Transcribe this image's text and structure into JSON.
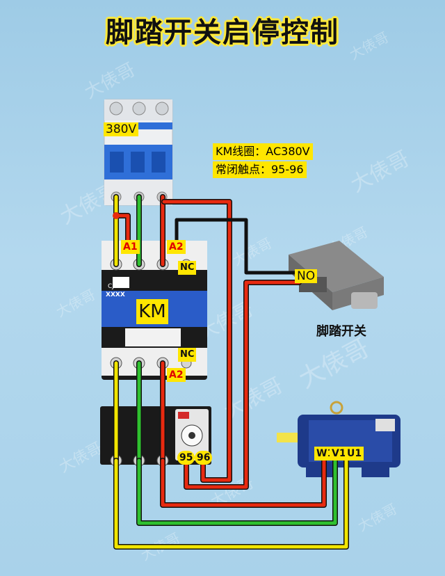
{
  "title": "脚踏开关启停控制",
  "labels": {
    "breaker_voltage": "380V",
    "coil": "KM线圈：AC380V",
    "nc_contact": "常闭触点：95-96",
    "contactor": "KM",
    "contactor_model": "CJX2",
    "contactor_sub": "XXXX",
    "a1": "A1",
    "a2_top": "A2",
    "a2_bottom": "A2",
    "nc_top": "NC",
    "nc_bottom": "NC",
    "no": "NO",
    "pedal": "脚踏开关",
    "t95": "95",
    "t96": "96",
    "w1": "W1",
    "v1": "V1",
    "u1": "U1",
    "watermark": "大俵哥"
  },
  "colors": {
    "yellow": "#f2e600",
    "green": "#2fc12f",
    "red": "#e82a10",
    "black": "#111111",
    "label_bg": "#ffe600"
  }
}
